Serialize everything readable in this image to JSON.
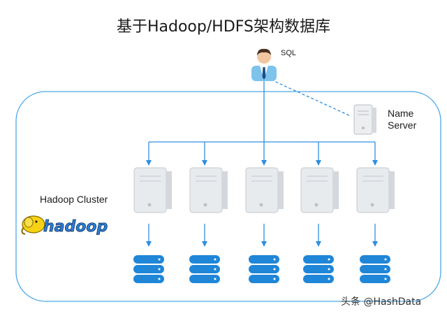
{
  "title": "基于Hadoop/HDFS架构数据库",
  "user": {
    "label": "SQL",
    "icon": "user-icon"
  },
  "name_server": {
    "line1": "Name",
    "line2": "Server",
    "icon": "server-icon"
  },
  "cluster": {
    "label": "Hadoop Cluster",
    "logo_text": "hadoop",
    "logo_icon": "hadoop-elephant-logo"
  },
  "nodes": [
    {
      "server_icon": "server-icon",
      "db_icon": "database-icon"
    },
    {
      "server_icon": "server-icon",
      "db_icon": "database-icon"
    },
    {
      "server_icon": "server-icon",
      "db_icon": "database-icon"
    },
    {
      "server_icon": "server-icon",
      "db_icon": "database-icon"
    },
    {
      "server_icon": "server-icon",
      "db_icon": "database-icon"
    }
  ],
  "colors": {
    "line": "#2e8fe0",
    "server_fill": "#e8ebee",
    "db_fill": "#1f86d8",
    "cluster_border": "#4ea8e8"
  },
  "watermark": "头条 @HashData"
}
